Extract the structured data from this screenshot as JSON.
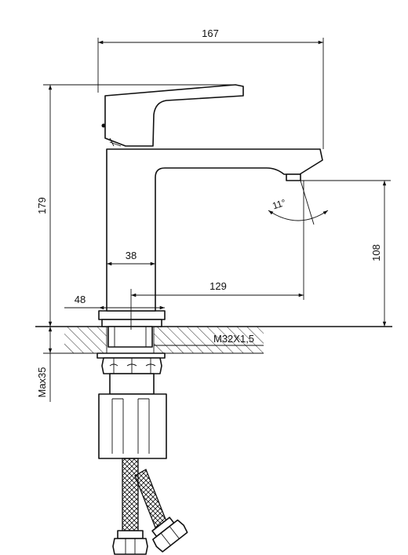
{
  "drawing": {
    "dimensions": {
      "overall_width": "167",
      "overall_height": "179",
      "spout_height": "108",
      "spout_reach": "129",
      "body_width": "38",
      "base_width": "48",
      "thread": "M32X1,5",
      "max_thickness": "Max35",
      "angle": "11°"
    },
    "colors": {
      "line": "#111111",
      "background": "#ffffff"
    }
  }
}
